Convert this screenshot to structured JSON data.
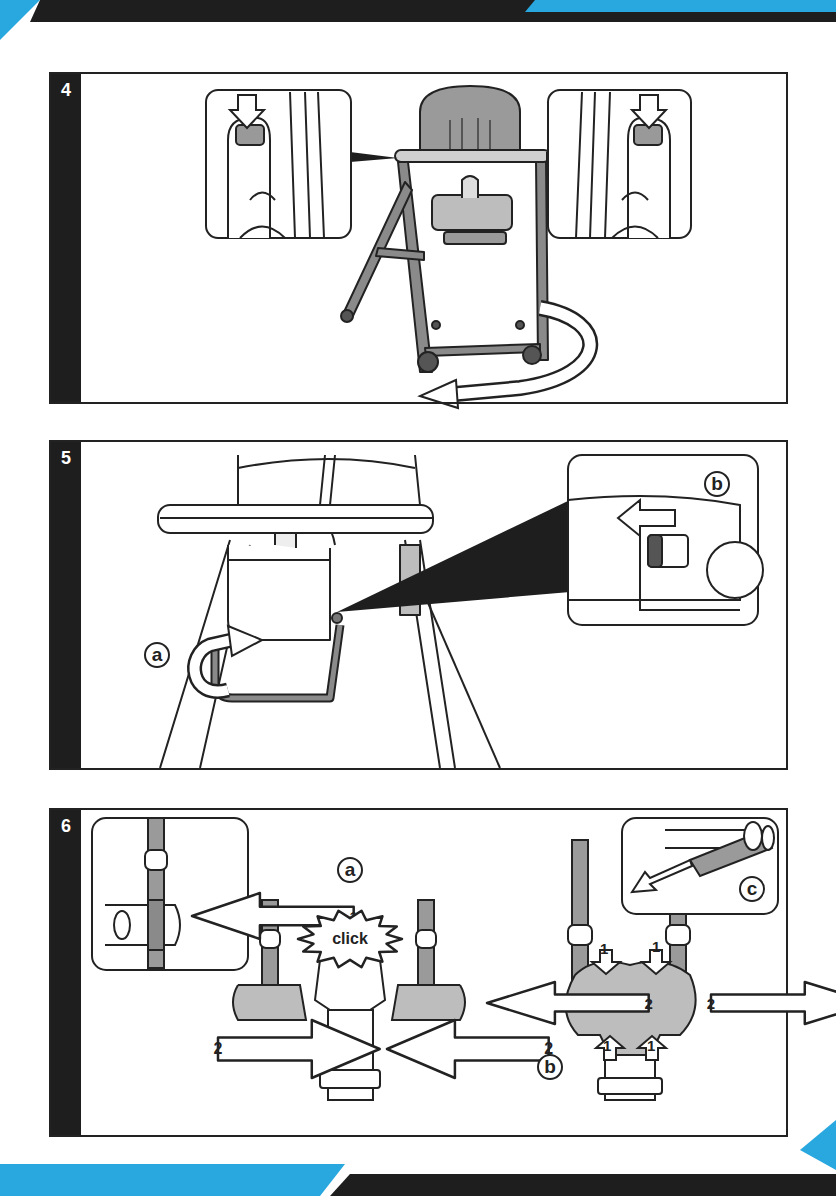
{
  "diagram": {
    "nodes": [
      {
        "text": [
          "4"
        ]
      },
      {
        "text": [
          "5"
        ]
      },
      {
        "text": [
          "a"
        ],
        "in": 1
      },
      {
        "text": [
          "b"
        ],
        "in": 1
      },
      {
        "text": [
          "6"
        ]
      },
      {
        "text": [
          "1"
        ],
        "in": 4
      },
      {
        "text": [
          "a"
        ],
        "in": 4
      },
      {
        "text": [
          "click"
        ],
        "in": 4
      },
      {
        "text": [
          "2"
        ],
        "in": 4
      },
      {
        "text": [
          "2"
        ],
        "in": 4
      },
      {
        "text": [
          "c"
        ],
        "in": 4
      },
      {
        "text": [
          "2"
        ],
        "in": 4
      },
      {
        "text": [
          "2"
        ],
        "in": 4
      },
      {
        "text": [
          "b"
        ],
        "in": 4
      }
    ],
    "edges": [],
    "labels": [
      "1",
      "1",
      "1",
      "1"
    ]
  }
}
